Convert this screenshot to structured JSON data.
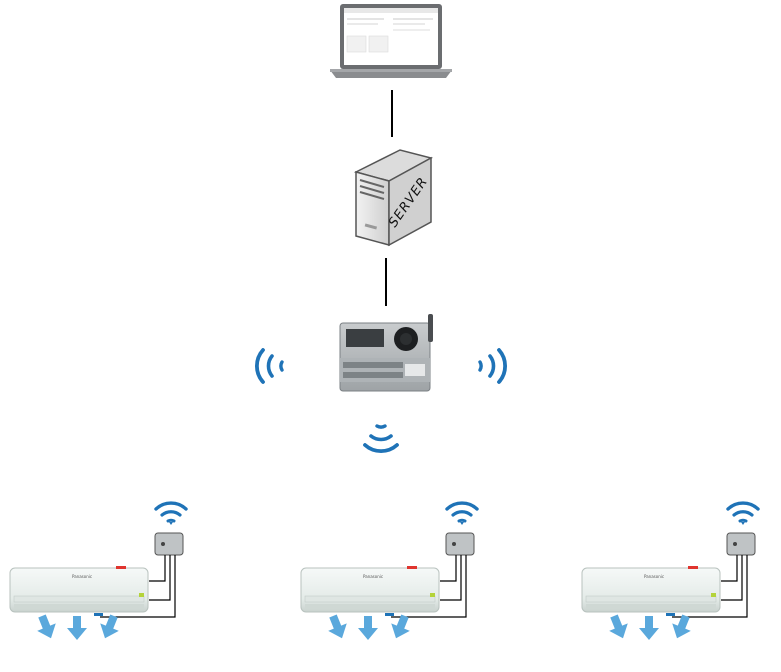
{
  "server": {
    "label": "SERVER"
  },
  "ac_units": [
    {
      "brand": "Panasonic"
    },
    {
      "brand": "Panasonic"
    },
    {
      "brand": "Panasonic"
    }
  ],
  "colors": {
    "wireless": "#1f73b7",
    "airflow": "#5aa8dc",
    "line": "#000000",
    "ac_body": "#eaf0ee",
    "indicator": "#e0342e"
  },
  "icons": [
    "laptop-icon",
    "server-icon",
    "gateway-controller-icon",
    "wifi-signal-icon",
    "ac-unit-icon",
    "ac-sensor-module-icon",
    "airflow-arrow-icon"
  ]
}
